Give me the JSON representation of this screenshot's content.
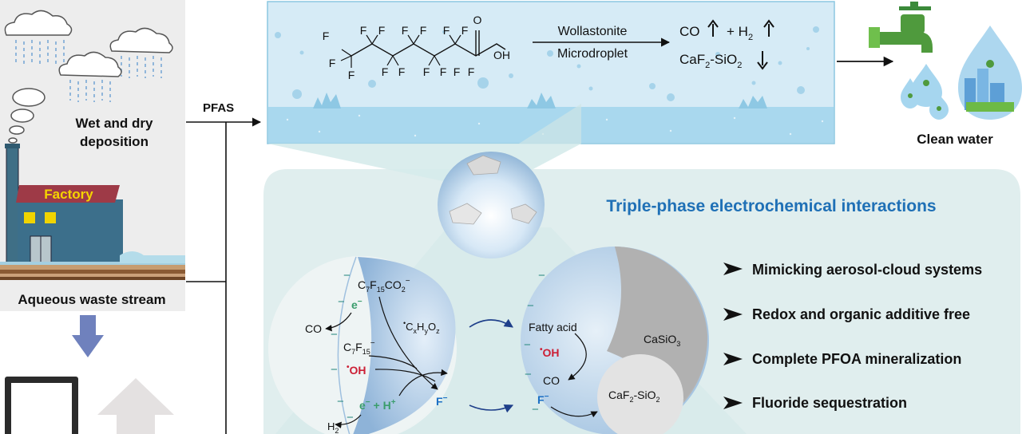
{
  "source": {
    "deposition_label": [
      "Wet and dry",
      "deposition"
    ],
    "factory_label": "Factory",
    "waste_label": "Aqueous waste stream"
  },
  "flow": {
    "pfas_label": "PFAS"
  },
  "reaction": {
    "reagent_above": "Wollastonite",
    "reagent_below": "Microdroplet",
    "oh": "OH",
    "o": "O",
    "f": "F",
    "products_gas": {
      "co": "CO",
      "plus_h": "+ H",
      "h_sub": "2"
    },
    "products_solid": {
      "caf": "CaF",
      "caf_sub": "2",
      "sio": "-SiO",
      "sio_sub": "2"
    }
  },
  "output": {
    "label": "Clean water"
  },
  "panel": {
    "title": "Triple-phase electrochemical interactions",
    "bullets": [
      "Mimicking aerosol-cloud systems",
      "Redox and organic additive free",
      "Complete PFOA mineralization",
      "Fluoride sequestration"
    ]
  },
  "left_droplet": {
    "pfoa": {
      "a": "C",
      "a_sub": "7",
      "b": "F",
      "b_sub": "15",
      "c": "CO",
      "c_sub": "2",
      "sup": "−"
    },
    "electron": "e",
    "electron_sup": "−",
    "co": "CO",
    "radical": {
      "dot": "•",
      "a": "C",
      "a_sub": "x",
      "b": "H",
      "b_sub": "y",
      "c": "O",
      "c_sub": "z"
    },
    "c7f15": {
      "a": "C",
      "a_sub": "7",
      "b": "F",
      "b_sub": "15",
      "sup": "−"
    },
    "oh_dot": "•",
    "oh": "OH",
    "fluoride": "F",
    "fluoride_sup": "−",
    "eh": "e",
    "eh_mid": " + H",
    "eh_sup2": "+",
    "h2": "H",
    "h2_sub": "2",
    "minus": "−"
  },
  "right_droplet": {
    "fatty_acid": "Fatty acid",
    "oh_dot": "•",
    "oh": "OH",
    "co": "CO",
    "fluoride": "F",
    "fluoride_sup": "−",
    "casio": {
      "a": "CaSiO",
      "sub": "3"
    },
    "caf": {
      "a": "CaF",
      "a_sub": "2",
      "b": "-SiO",
      "b_sub": "2"
    },
    "minus": "−"
  },
  "colors": {
    "accent_blue": "#1f70b6",
    "bullet_dark": "#111111",
    "panel_bg": "#e2efee",
    "water": "#bfe2f2",
    "radical_red": "#cc1f35",
    "electron_green": "#3a9d6c",
    "fluoride_blue": "#1b6fc4",
    "factory_title": "#f5d400"
  }
}
